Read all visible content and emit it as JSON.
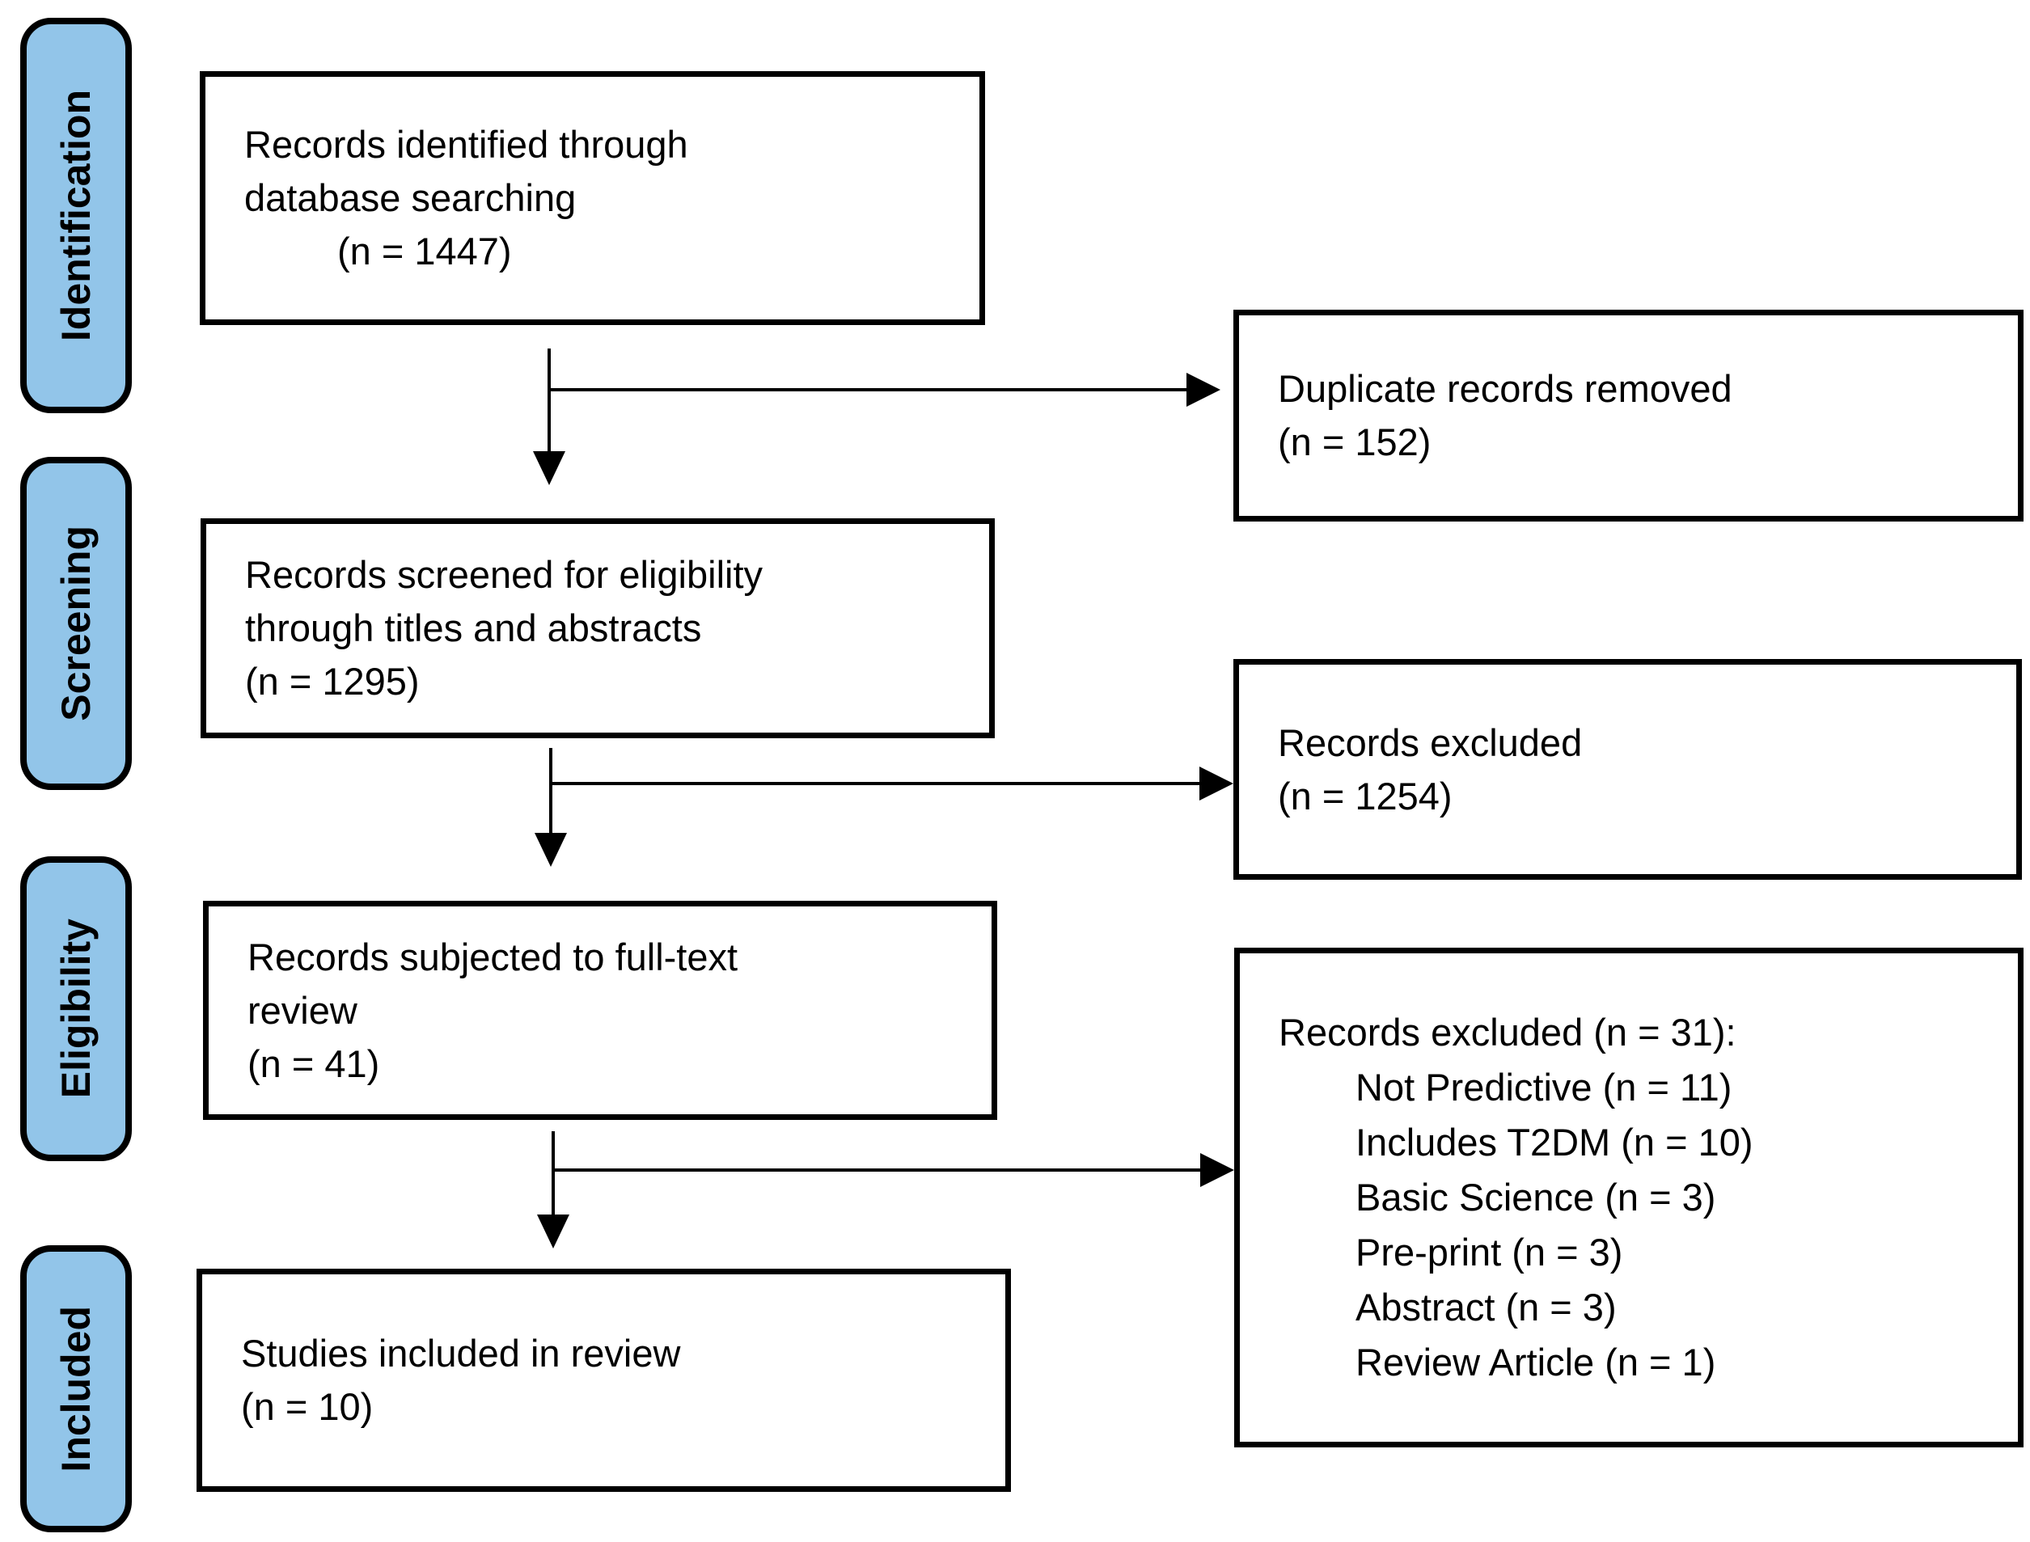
{
  "diagram": {
    "type": "prisma-flow-diagram",
    "colors": {
      "stage_fill": "#92C5E9",
      "stage_border": "#000000",
      "box_border": "#000000",
      "arrow": "#000000",
      "text": "#000000",
      "background": "#FFFFFF"
    },
    "sidebar": {
      "stages": [
        {
          "label": "Identification"
        },
        {
          "label": "Screening"
        },
        {
          "label": "Eligibility"
        },
        {
          "label": "Included"
        }
      ]
    },
    "main_boxes": [
      {
        "id": "records-identified",
        "lines": [
          "Records identified through",
          "database searching",
          "(n = 1447)"
        ],
        "count": 1447
      },
      {
        "id": "records-screened",
        "lines": [
          "Records screened for eligibility",
          "through titles and abstracts",
          "(n = 1295)"
        ],
        "count": 1295
      },
      {
        "id": "records-fulltext",
        "lines": [
          "Records subjected to full-text",
          "review",
          "(n = 41)"
        ],
        "count": 41
      },
      {
        "id": "studies-included",
        "lines": [
          "Studies included in review",
          "(n = 10)"
        ],
        "count": 10
      }
    ],
    "side_boxes": [
      {
        "id": "duplicates-removed",
        "lines": [
          "Duplicate records removed",
          "(n = 152)"
        ],
        "count": 152
      },
      {
        "id": "records-excluded-screening",
        "lines": [
          "Records excluded",
          "(n = 1254)"
        ],
        "count": 1254
      },
      {
        "id": "records-excluded-fulltext",
        "header": "Records excluded (n = 31):",
        "count": 31,
        "items": [
          "Not Predictive (n = 11)",
          "Includes T2DM (n = 10)",
          "Basic Science (n = 3)",
          "Pre-print (n = 3)",
          "Abstract (n = 3)",
          "Review Article (n = 1)"
        ]
      }
    ]
  }
}
